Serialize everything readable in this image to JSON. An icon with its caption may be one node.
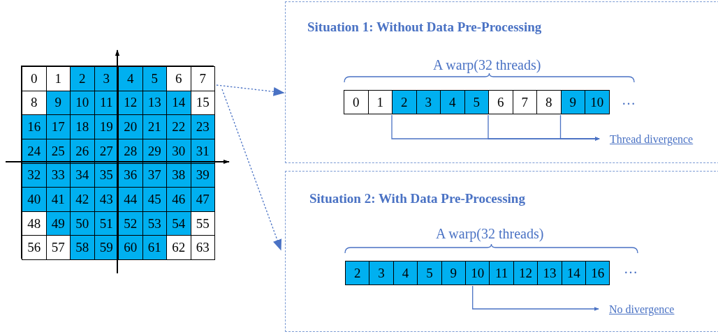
{
  "diagram": {
    "nodes": [
      {
        "text": [],
        "shape": "box"
      },
      {
        "text": [
          "0"
        ],
        "in": 0
      },
      {
        "text": [
          "1"
        ],
        "in": 0
      },
      {
        "text": [
          "2"
        ],
        "in": 0
      },
      {
        "text": [
          "3"
        ],
        "in": 0
      },
      {
        "text": [
          "4"
        ],
        "in": 0
      },
      {
        "text": [
          "5"
        ],
        "in": 0
      },
      {
        "text": [
          "6"
        ],
        "in": 0
      },
      {
        "text": [
          "7"
        ],
        "in": 0
      },
      {
        "text": [
          "8"
        ],
        "in": 0
      },
      {
        "text": [
          "9"
        ],
        "in": 0
      },
      {
        "text": [
          "10"
        ],
        "in": 0
      },
      {
        "text": [
          "11"
        ],
        "in": 0
      },
      {
        "text": [
          "12"
        ],
        "in": 0
      },
      {
        "text": [
          "13"
        ],
        "in": 0
      },
      {
        "text": [
          "14"
        ],
        "in": 0
      },
      {
        "text": [
          "15"
        ],
        "in": 0
      },
      {
        "text": [
          "16"
        ],
        "in": 0
      },
      {
        "text": [
          "17"
        ],
        "in": 0
      },
      {
        "text": [
          "18"
        ],
        "in": 0
      },
      {
        "text": [
          "19"
        ],
        "in": 0
      },
      {
        "text": [
          "20"
        ],
        "in": 0
      },
      {
        "text": [
          "21"
        ],
        "in": 0
      },
      {
        "text": [
          "22"
        ],
        "in": 0
      },
      {
        "text": [
          "23"
        ],
        "in": 0
      },
      {
        "text": [
          "24"
        ],
        "in": 0
      },
      {
        "text": [
          "25"
        ],
        "in": 0
      },
      {
        "text": [
          "26"
        ],
        "in": 0
      },
      {
        "text": [
          "27"
        ],
        "in": 0
      },
      {
        "text": [
          "28"
        ],
        "in": 0
      },
      {
        "text": [
          "29"
        ],
        "in": 0
      },
      {
        "text": [
          "30"
        ],
        "in": 0
      },
      {
        "text": [
          "31"
        ],
        "in": 0
      },
      {
        "text": [
          "32"
        ],
        "in": 0
      },
      {
        "text": [
          "33"
        ],
        "in": 0
      },
      {
        "text": [
          "34"
        ],
        "in": 0
      },
      {
        "text": [
          "35"
        ],
        "in": 0
      },
      {
        "text": [
          "36"
        ],
        "in": 0
      },
      {
        "text": [
          "37"
        ],
        "in": 0
      },
      {
        "text": [
          "38"
        ],
        "in": 0
      },
      {
        "text": [
          "39"
        ],
        "in": 0
      },
      {
        "text": [
          "40"
        ],
        "in": 0
      },
      {
        "text": [
          "41"
        ],
        "in": 0
      },
      {
        "text": [
          "42"
        ],
        "in": 0
      },
      {
        "text": [
          "43"
        ],
        "in": 0
      },
      {
        "text": [
          "44"
        ],
        "in": 0
      },
      {
        "text": [
          "45"
        ],
        "in": 0
      },
      {
        "text": [
          "46"
        ],
        "in": 0
      },
      {
        "text": [
          "47"
        ],
        "in": 0
      },
      {
        "text": [
          "48"
        ],
        "in": 0
      },
      {
        "text": [
          "49"
        ],
        "in": 0
      },
      {
        "text": [
          "50"
        ],
        "in": 0
      },
      {
        "text": [
          "51"
        ],
        "in": 0
      },
      {
        "text": [
          "52"
        ],
        "in": 0
      },
      {
        "text": [
          "53"
        ],
        "in": 0
      },
      {
        "text": [
          "54"
        ],
        "in": 0
      },
      {
        "text": [
          "55"
        ],
        "in": 0
      },
      {
        "text": [
          "56"
        ],
        "in": 0
      },
      {
        "text": [
          "57"
        ],
        "in": 0
      },
      {
        "text": [
          "58"
        ],
        "in": 0
      },
      {
        "text": [
          "59"
        ],
        "in": 0
      },
      {
        "text": [
          "60"
        ],
        "in": 0
      },
      {
        "text": [
          "61"
        ],
        "in": 0
      },
      {
        "text": [
          "62"
        ],
        "in": 0
      },
      {
        "text": [
          "63"
        ],
        "in": 0
      },
      {
        "text": [
          "Situation 1: Without Data Pre-Processing"
        ]
      },
      {
        "text": [
          "0"
        ],
        "in": 65
      },
      {
        "text": [
          "1"
        ],
        "in": 65
      },
      {
        "text": [
          "2"
        ],
        "in": 65
      },
      {
        "text": [
          "3"
        ],
        "in": 65
      },
      {
        "text": [
          "4"
        ],
        "in": 65
      },
      {
        "text": [
          "5"
        ],
        "in": 65
      },
      {
        "text": [
          "6"
        ],
        "in": 65
      },
      {
        "text": [
          "7"
        ],
        "in": 65
      },
      {
        "text": [
          "8"
        ],
        "in": 65
      },
      {
        "text": [
          "9"
        ],
        "in": 65
      },
      {
        "text": [
          "10"
        ],
        "in": 65
      },
      {
        "text": [
          "Thread divergence"
        ],
        "in": 65
      },
      {
        "text": [
          "Situation 2: With Data Pre-Processing"
        ]
      },
      {
        "text": [
          "2"
        ],
        "in": 78
      },
      {
        "text": [
          "3"
        ],
        "in": 78
      },
      {
        "text": [
          "4"
        ],
        "in": 78
      },
      {
        "text": [
          "5"
        ],
        "in": 78
      },
      {
        "text": [
          "9"
        ],
        "in": 78
      },
      {
        "text": [
          "10"
        ],
        "in": 78
      },
      {
        "text": [
          "11"
        ],
        "in": 78
      },
      {
        "text": [
          "12"
        ],
        "in": 78
      },
      {
        "text": [
          "13"
        ],
        "in": 78
      },
      {
        "text": [
          "14"
        ],
        "in": 78
      },
      {
        "text": [
          "16"
        ],
        "in": 78
      },
      {
        "text": [
          "No divergence"
        ],
        "in": 78
      }
    ],
    "edges": [
      {
        "from": 0,
        "to": 65,
        "arrow": "to",
        "style": "dashed"
      },
      {
        "from": 0,
        "to": 78,
        "arrow": "to",
        "style": "dashed"
      },
      {
        "from": 68,
        "to": 77,
        "arrow": "to"
      },
      {
        "from": 72,
        "to": 77,
        "arrow": "to"
      },
      {
        "from": 75,
        "to": 77,
        "arrow": "to"
      },
      {
        "from": 84,
        "to": 90,
        "arrow": "to"
      }
    ],
    "labels": [
      "A warp(32 threads)",
      "…",
      "A warp(32 threads)",
      "…"
    ]
  }
}
